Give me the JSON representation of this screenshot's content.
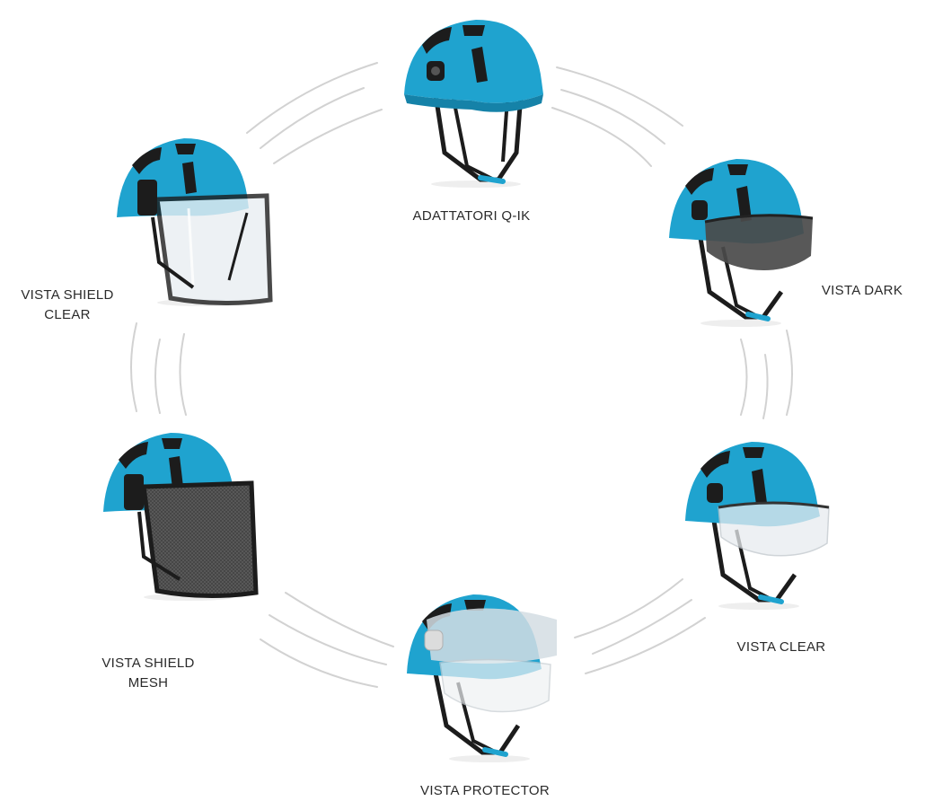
{
  "colors": {
    "shell": "#1fa3cf",
    "shell_shadow": "#1582a8",
    "strap": "#1c1c1c",
    "arc": "#cfcfcf"
  },
  "items": [
    {
      "label": "ADATTATORI Q-IK",
      "visor": "none",
      "icon": "helmet-icon"
    },
    {
      "label": "VISTA DARK",
      "visor": "dark",
      "icon": "helmet-dark-visor-icon"
    },
    {
      "label": "VISTA CLEAR",
      "visor": "clear",
      "icon": "helmet-clear-visor-icon"
    },
    {
      "label": "VISTA PROTECTOR",
      "visor": "protector",
      "icon": "helmet-protector-visor-icon"
    },
    {
      "label": "VISTA SHIELD\nMESH",
      "visor": "mesh",
      "icon": "helmet-mesh-shield-icon"
    },
    {
      "label": "VISTA SHIELD\nCLEAR",
      "visor": "shield-clear",
      "icon": "helmet-clear-shield-icon"
    }
  ]
}
